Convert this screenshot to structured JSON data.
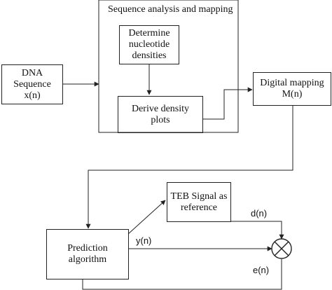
{
  "group": {
    "title": "Sequence analysis and mapping"
  },
  "nodes": {
    "dna": "DNA Sequence\nx(n)",
    "density": "Determine\nnucleotide\ndensities",
    "plots": "Derive density\nplots",
    "mapping": "Digital mapping\nM(n)",
    "teb": "TEB Signal as\nreference",
    "prediction": "Prediction\nalgorithm"
  },
  "signals": {
    "d": "d(n)",
    "y": "y(n)",
    "e": "e(n)"
  },
  "colors": {
    "line": "#222222"
  }
}
